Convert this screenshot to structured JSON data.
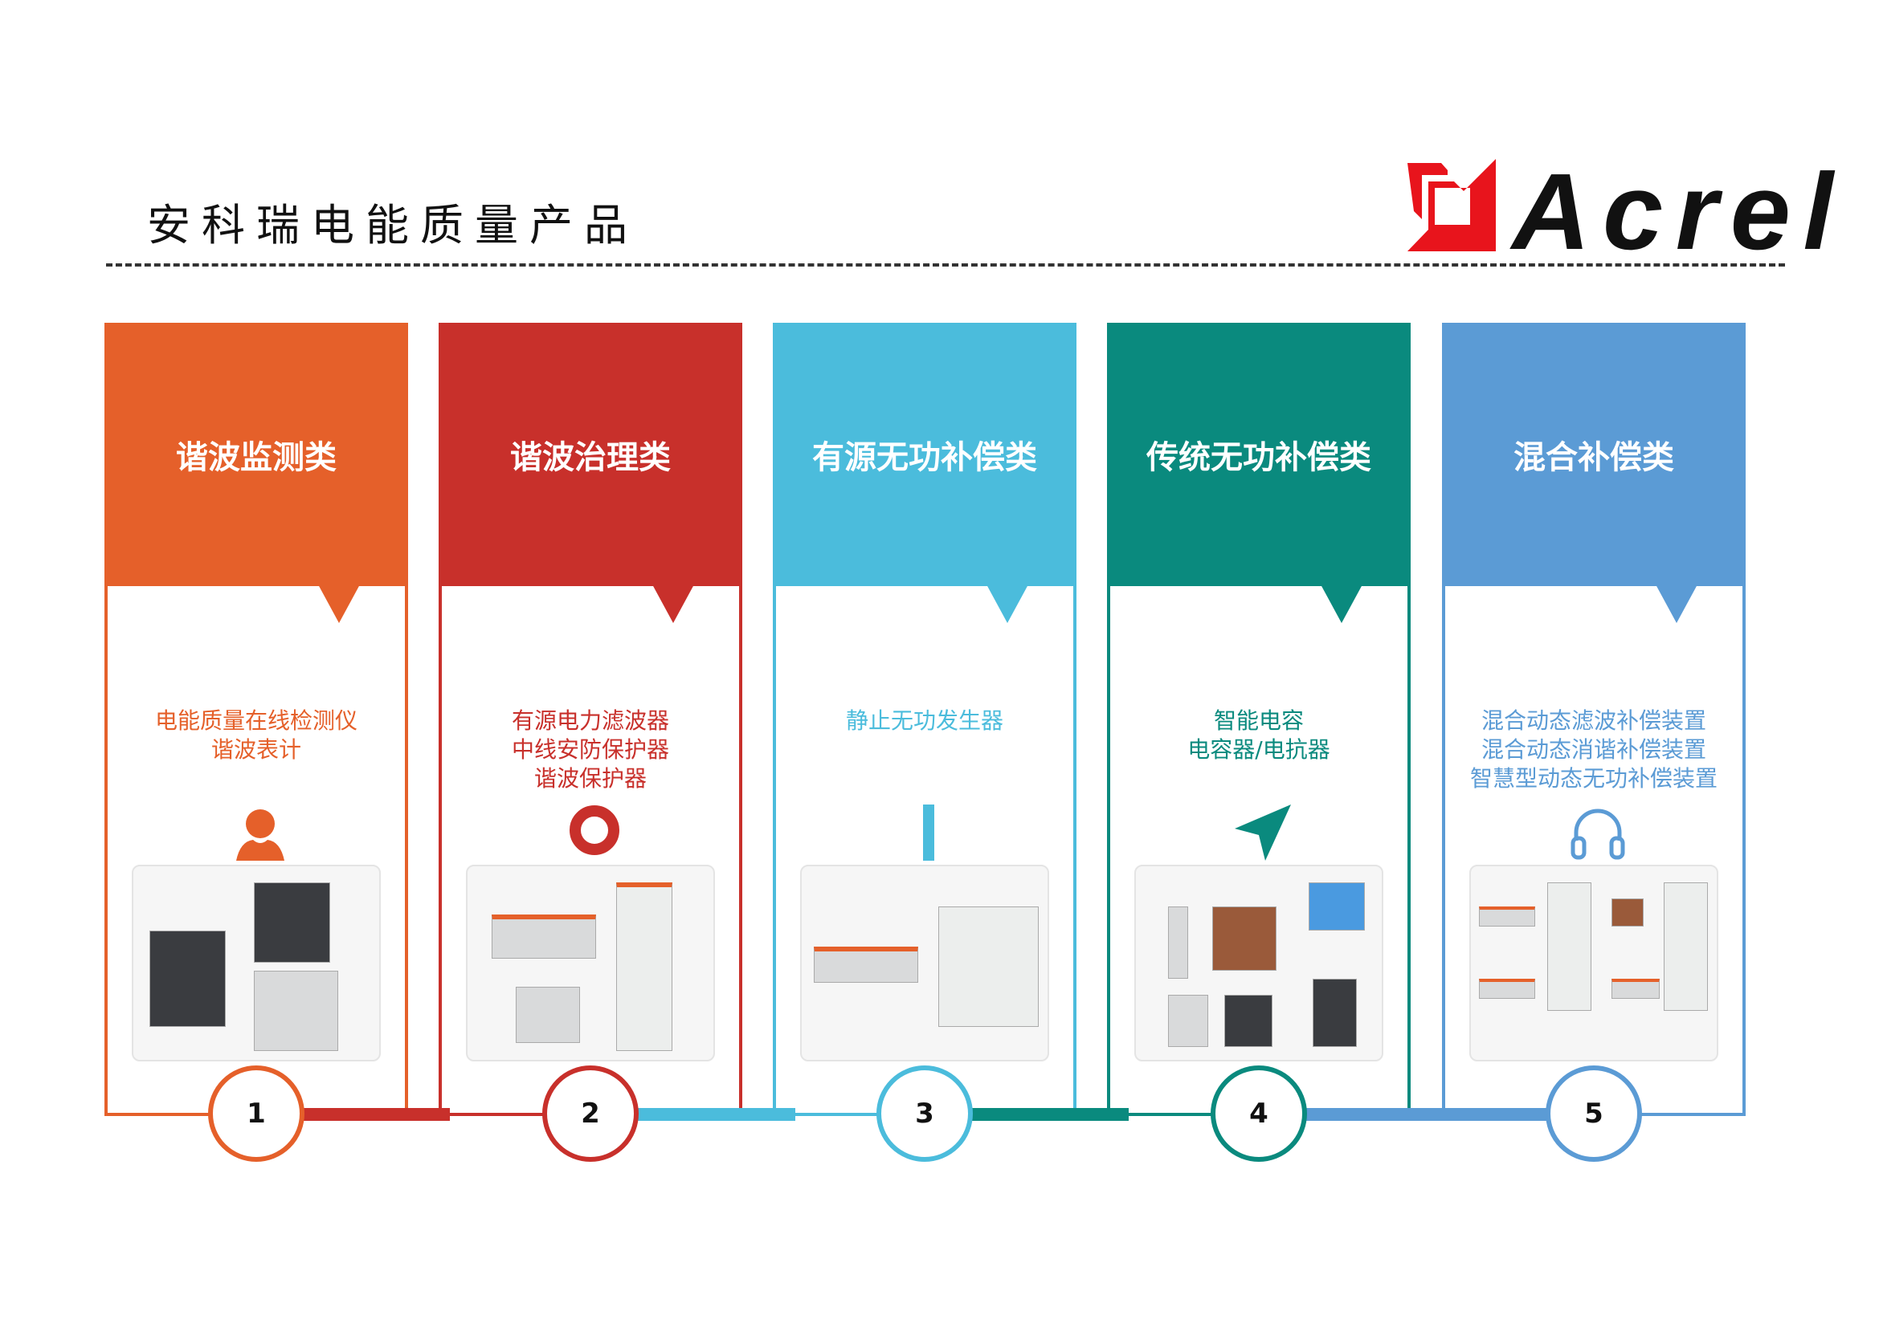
{
  "header": {
    "title": "安科瑞电能质量产品",
    "logo_text": "Acrel"
  },
  "colors": {
    "c1": "#E5602A",
    "c2": "#C8302B",
    "c3": "#4BBCDC",
    "c4": "#0A8A7E",
    "c5": "#5B9BD5"
  },
  "categories": [
    {
      "title": "谐波监测类",
      "items": [
        "电能质量在线检测仪",
        "谐波表计"
      ],
      "icon": "user-icon",
      "number": "1"
    },
    {
      "title": "谐波治理类",
      "items": [
        "有源电力滤波器",
        "中线安防保护器",
        "谐波保护器"
      ],
      "icon": "location-pin-icon",
      "number": "2"
    },
    {
      "title": "有源无功补偿类",
      "items": [
        "静止无功发生器"
      ],
      "icon": "bar-icon",
      "number": "3"
    },
    {
      "title": "传统无功补偿类",
      "items": [
        "智能电容",
        "电容器/电抗器"
      ],
      "icon": "paper-plane-icon",
      "number": "4"
    },
    {
      "title": "混合补偿类",
      "items": [
        "混合动态滤波补偿装置",
        "混合动态消谐补偿装置",
        "智慧型动态无功补偿装置"
      ],
      "icon": "headphones-icon",
      "number": "5"
    }
  ]
}
